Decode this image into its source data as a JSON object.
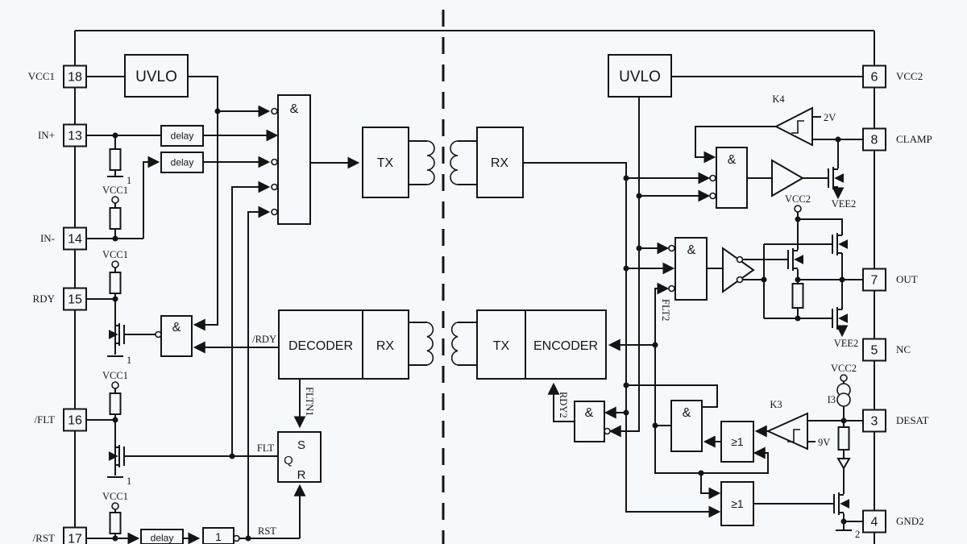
{
  "pins_left": [
    {
      "num": "18",
      "label": "VCC1"
    },
    {
      "num": "13",
      "label": "IN+"
    },
    {
      "num": "14",
      "label": "IN-"
    },
    {
      "num": "15",
      "label": "RDY"
    },
    {
      "num": "16",
      "label": "/FLT"
    },
    {
      "num": "17",
      "label": "/RST"
    }
  ],
  "pins_right": [
    {
      "num": "6",
      "label": "VCC2"
    },
    {
      "num": "8",
      "label": "CLAMP"
    },
    {
      "num": "7",
      "label": "OUT"
    },
    {
      "num": "5",
      "label": "NC"
    },
    {
      "num": "3",
      "label": "DESAT"
    },
    {
      "num": "4",
      "label": "GND2"
    }
  ],
  "blocks": {
    "uvlo": "UVLO",
    "tx": "TX",
    "rx": "RX",
    "decoder": "DECODER",
    "encoder": "ENCODER",
    "delay": "delay",
    "one": "1"
  },
  "gates": {
    "and": "&",
    "or": "≥1"
  },
  "latch": {
    "s": "S",
    "q": "Q",
    "r": "R"
  },
  "labels": {
    "vcc1": "VCC1",
    "vcc2": "VCC2",
    "vee2": "VEE2",
    "gnd1": "1",
    "gnd2": "2",
    "rdy_n": "/RDY",
    "flt": "FLT",
    "fltn1": "FLTN1",
    "rst": "RST",
    "rdy2": "RDY2",
    "flt2": "FLT2",
    "k4": "K4",
    "k3": "K3",
    "i3": "I3",
    "v2": "2V",
    "v9": "9V"
  },
  "colors": {
    "background": "#f6f9fb",
    "line": "#141414"
  }
}
